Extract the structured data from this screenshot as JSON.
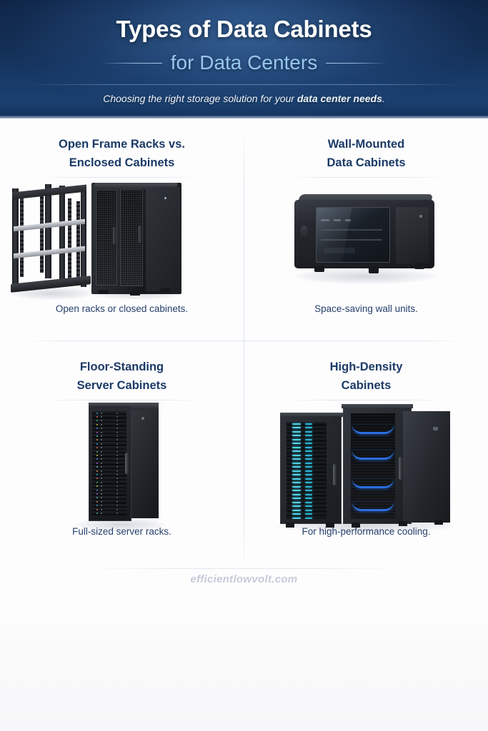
{
  "header": {
    "title": "Types of Data Cabinets",
    "subtitle": "for Data Centers",
    "tagline_prefix": "Choosing the right storage solution for your ",
    "tagline_bold": "data center needs",
    "tagline_suffix": ".",
    "bg_color": "#11294b",
    "title_color": "#ffffff",
    "subtitle_color": "#97c6ee"
  },
  "theme": {
    "page_bg": "#fdfdfe",
    "heading_color": "#1b3a66",
    "caption_color": "#26406b",
    "divider_color": "#dfe3ec",
    "watermark_color": "#c3cbd9"
  },
  "cells": [
    {
      "id": "open-frame-vs-enclosed",
      "title_line1": "Open Frame Racks vs.",
      "title_line2": "Enclosed Cabinets",
      "caption": "Open racks or closed cabinets.",
      "vs_label": "vs.",
      "art": "open-frame-rack-and-enclosed-cabinet"
    },
    {
      "id": "wall-mounted",
      "title_line1": "Wall-Mounted",
      "title_line2": "Data Cabinets",
      "caption": "Space-saving wall units.",
      "art": "wall-mounted-cabinet"
    },
    {
      "id": "floor-standing",
      "title_line1": "Floor-Standing",
      "title_line2": "Server Cabinets",
      "caption": "Full-sized server racks.",
      "art": "floor-standing-server-cabinet"
    },
    {
      "id": "high-density",
      "title_line1": "High-Density",
      "title_line2": "Cabinets",
      "caption": "For high-performance cooling.",
      "art": "high-density-cabinet-row"
    }
  ],
  "footer": {
    "watermark": "efficientlowvolt.com"
  }
}
